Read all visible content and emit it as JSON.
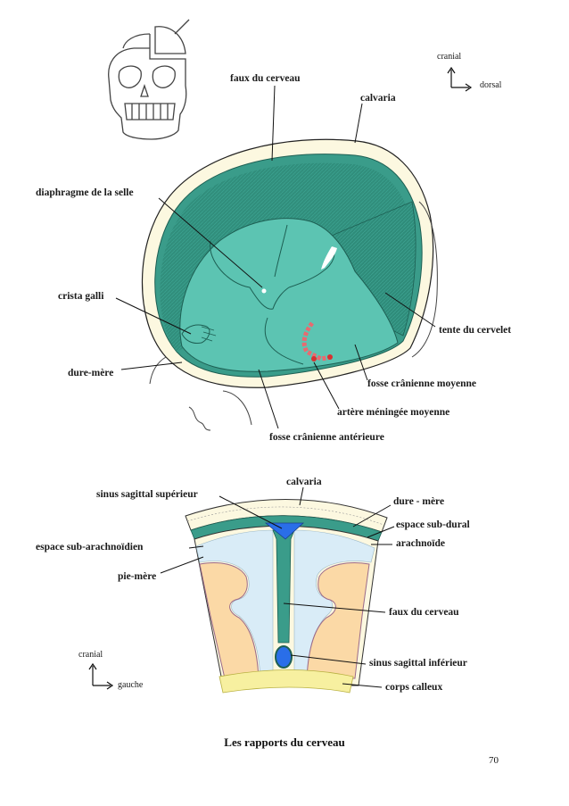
{
  "top_diagram": {
    "labels": {
      "faux_du_cerveau": "faux du cerveau",
      "calvaria": "calvaria",
      "diaphragme": "diaphragme de la selle",
      "crista_galli": "crista galli",
      "dure_mere": "dure-mère",
      "tente": "tente du cervelet",
      "fosse_moyenne": "fosse crânienne moyenne",
      "artere": "artère méningée moyenne",
      "fosse_anterieure": "fosse crânienne antérieure"
    },
    "orientation": {
      "up": "cranial",
      "right": "dorsal"
    }
  },
  "bottom_diagram": {
    "labels": {
      "calvaria": "calvaria",
      "sinus_sup": "sinus sagittal supérieur",
      "dure_mere": "dure - mère",
      "espace_sub_dural": "espace sub-dural",
      "espace_sub_arach": "espace sub-arachnoïdien",
      "arachnoide": "arachnoïde",
      "pie_mere": "pie-mère",
      "faux": "faux du cerveau",
      "sinus_inf": "sinus sagittal inférieur",
      "corps_calleux": "corps calleux"
    },
    "orientation": {
      "up": "cranial",
      "right": "gauche"
    }
  },
  "caption": "Les rapports du cerveau",
  "page_number": "70",
  "colors": {
    "dura": "#3a9c8a",
    "dura_light": "#5cc4b2",
    "bone": "#fcf8e0",
    "sinus": "#2a6ee8",
    "csf": "#d9ecf7",
    "cortex": "#fbd9a6"
  }
}
